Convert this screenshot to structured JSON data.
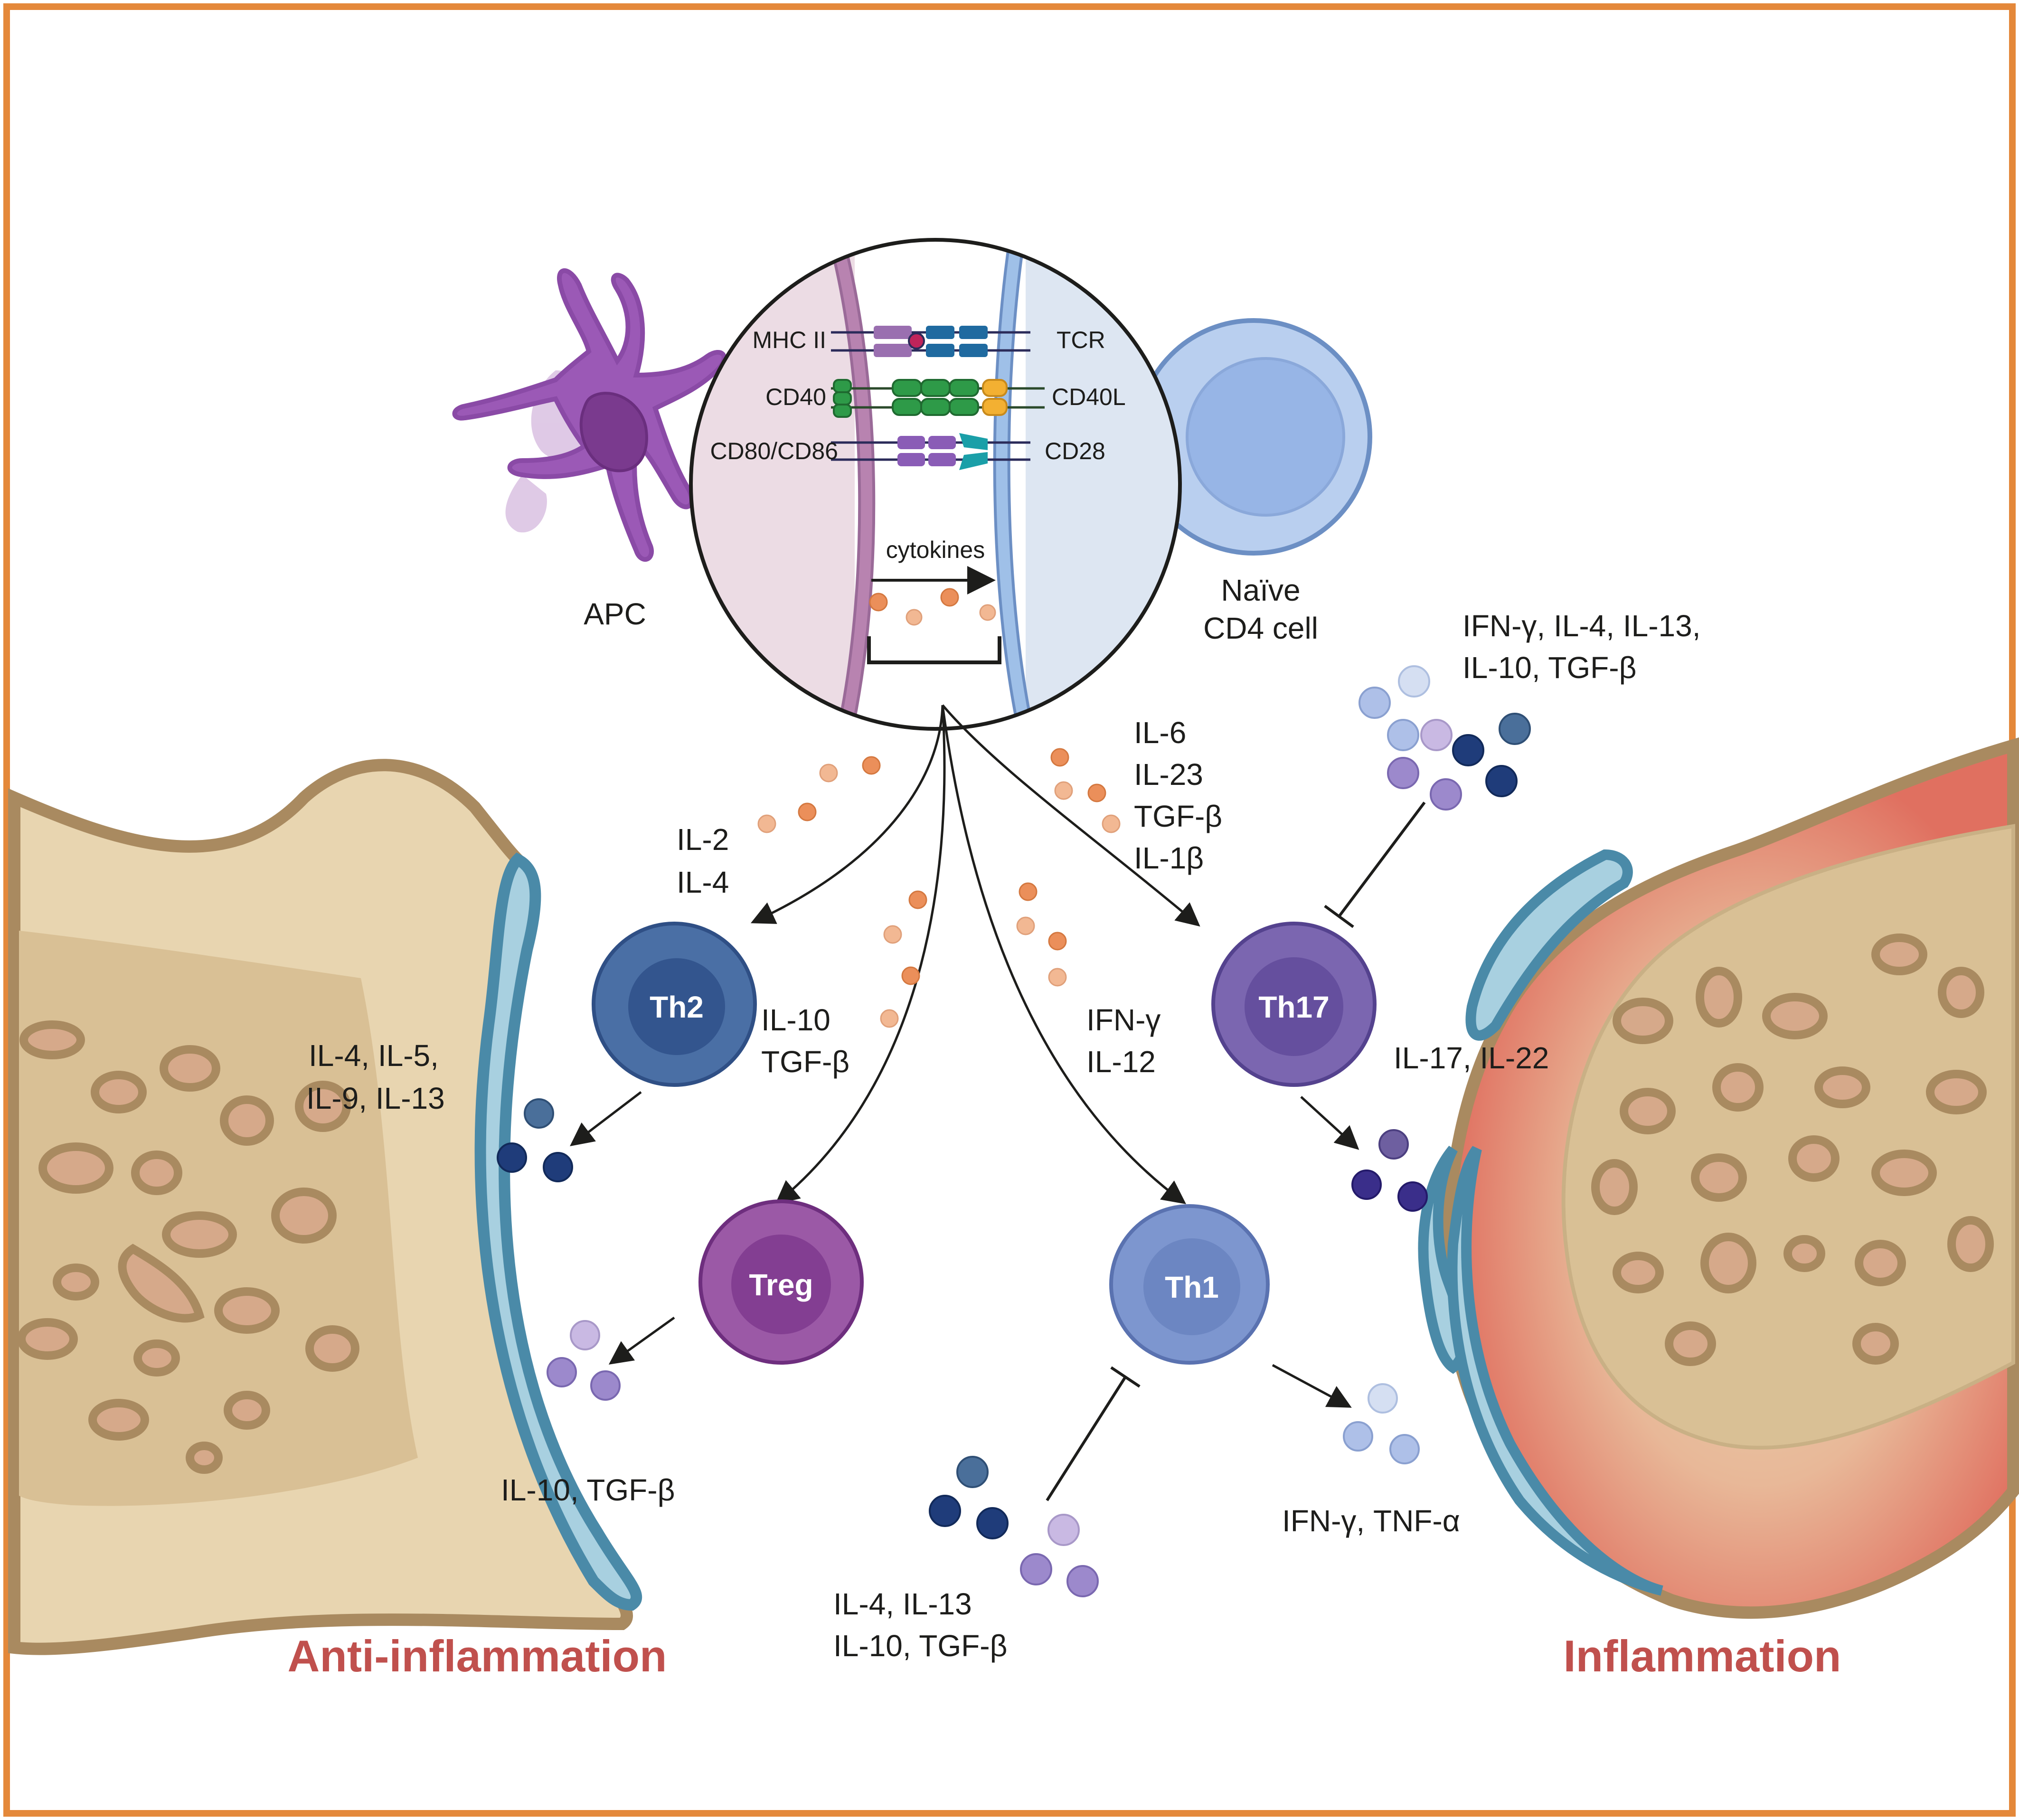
{
  "colors": {
    "frame": "#e4883a",
    "bone_fill": "#e8d5b0",
    "bone_outline": "#a98a60",
    "marrow": "#d4b98a",
    "pore": "#d6a98a",
    "cartilage": "#a8d0e0",
    "cartilage_outline": "#4a8aa8",
    "inflamed": "#e07060",
    "apc": "#9b59b6",
    "naive_cell": "#b9cfef",
    "th2": "#4a6fa5",
    "treg": "#9b59a6",
    "th1": "#7d96cf",
    "th17": "#7b66b0",
    "cytokine_orange": "#eb8f5a",
    "cytokine_darkblue": "#1f3c7a",
    "cytokine_purple": "#9c89cc",
    "cytokine_lightblue": "#aec0e8",
    "title_red": "#c0504d"
  },
  "icons": [
    "dendritic-cell-icon",
    "t-cell-icon",
    "cytokine-dot-icon",
    "arrow-icon",
    "inhibition-icon",
    "bone-icon",
    "cartilage-icon",
    "receptor-icon"
  ],
  "zoom": {
    "mhc_label": "MHC II",
    "tcr_label": "TCR",
    "cd40_label": "CD40",
    "cd40l_label": "CD40L",
    "cd80_label": "CD80/CD86",
    "cd28_label": "CD28",
    "cytokines_label": "cytokines"
  },
  "cells": {
    "apc": "APC",
    "naive_line1": "Naïve",
    "naive_line2": "CD4 cell",
    "th2": "Th2",
    "treg": "Treg",
    "th1": "Th1",
    "th17": "Th17"
  },
  "labels": {
    "th2_inducers": [
      "IL-2",
      "IL-4"
    ],
    "treg_inducers": [
      "IL-10",
      "TGF-β"
    ],
    "th1_inducers": [
      "IFN-γ",
      "IL-12"
    ],
    "th17_inducers": [
      "IL-6",
      "IL-23",
      "TGF-β",
      "IL-1β"
    ],
    "th17_inhibitors": [
      "IFN-γ, IL-4, IL-13,",
      "IL-10, TGF-β"
    ],
    "th2_products": [
      "IL-4, IL-5,",
      "IL-9, IL-13"
    ],
    "treg_products": "IL-10, TGF-β",
    "th1_inhibitors": [
      "IL-4, IL-13",
      "IL-10, TGF-β"
    ],
    "th1_products": "IFN-γ, TNF-α",
    "th17_products": "IL-17, IL-22"
  },
  "states": {
    "left": "Anti-inflammation",
    "right": "Inflammation"
  }
}
